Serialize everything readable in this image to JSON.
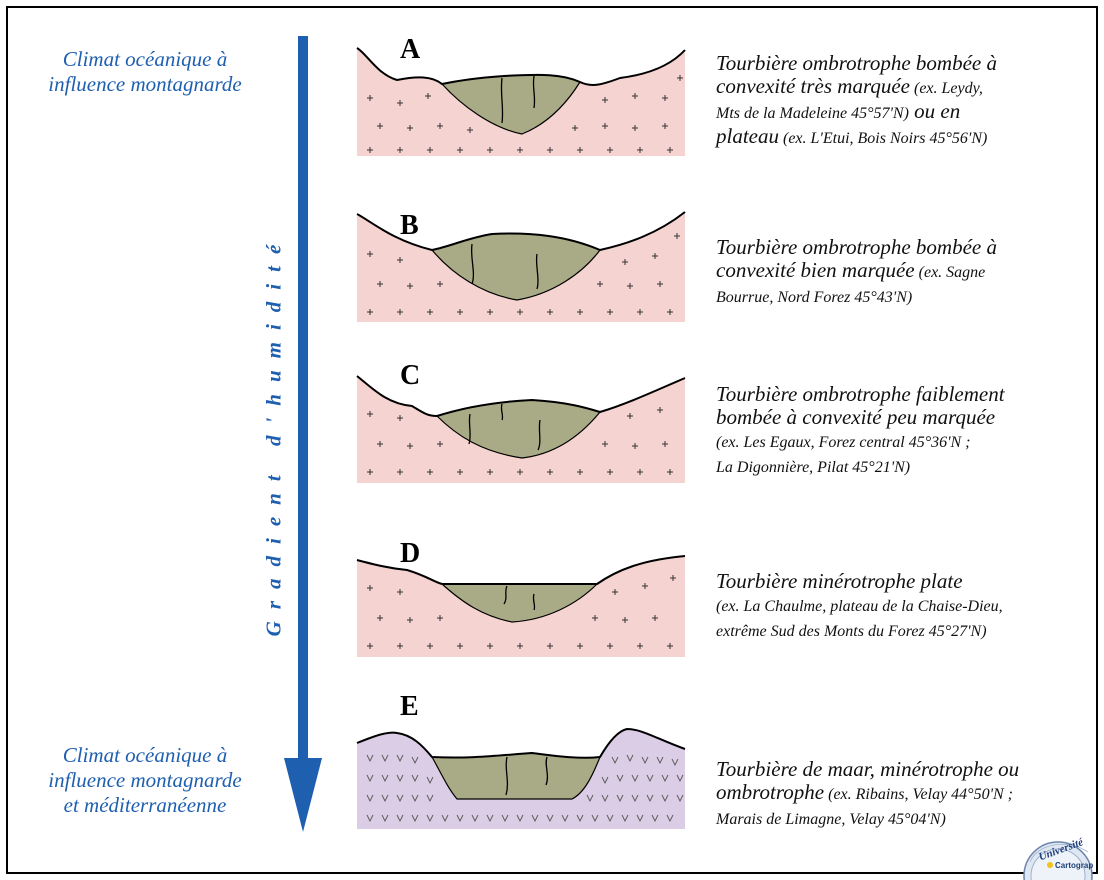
{
  "climate_top": {
    "line1": "Climat océanique à",
    "line2": "influence montagnarde"
  },
  "climate_bottom": {
    "line1": "Climat océanique à",
    "line2": "influence montagnarde",
    "line3": "et méditerranéenne"
  },
  "gradient_label": "Gradient d'humidité",
  "profiles": [
    {
      "letter": "A",
      "desc_main_1": "Tourbière ombrotrophe bombée à",
      "desc_main_2": "convexité très marquée",
      "desc_ex_2": " (ex. Leydy,",
      "desc_ex_3": "Mts de la Madeleine 45°57'N)",
      "desc_main_3": " ou en",
      "desc_main_4": "plateau",
      "desc_ex_4": " (ex. L'Etui, Bois Noirs 45°56'N)"
    },
    {
      "letter": "B",
      "desc_main_1": "Tourbière ombrotrophe bombée à",
      "desc_main_2": "convexité bien marquée",
      "desc_ex_2": " (ex. Sagne",
      "desc_ex_3": "Bourrue, Nord Forez 45°43'N)"
    },
    {
      "letter": "C",
      "desc_main_1": "Tourbière ombrotrophe faiblement",
      "desc_main_2": "bombée à convexité peu marquée",
      "desc_ex_3": "(ex. Les Egaux, Forez central 45°36'N ;",
      "desc_ex_4": "La Digonnière, Pilat 45°21'N)"
    },
    {
      "letter": "D",
      "desc_main_1": "Tourbière minérotrophe plate",
      "desc_ex_2": "(ex. La Chaulme, plateau de la Chaise-Dieu,",
      "desc_ex_3": "extrême Sud des Monts du Forez 45°27'N)"
    },
    {
      "letter": "E",
      "desc_main_1": "Tourbière de maar, minérotrophe ou",
      "desc_main_2": "ombrotrophe",
      "desc_ex_2": " (ex. Ribains, Velay 44°50'N ;",
      "desc_ex_3": "Marais de Limagne, Velay 45°04'N)"
    }
  ],
  "logo_text": "Université",
  "logo_sub": "Cartograp",
  "colors": {
    "accent_blue": "#1f5fb0",
    "granite_pink": "#f5d3d0",
    "volcanic_purple": "#dccde6",
    "peat_olive": "#a9aa86"
  }
}
